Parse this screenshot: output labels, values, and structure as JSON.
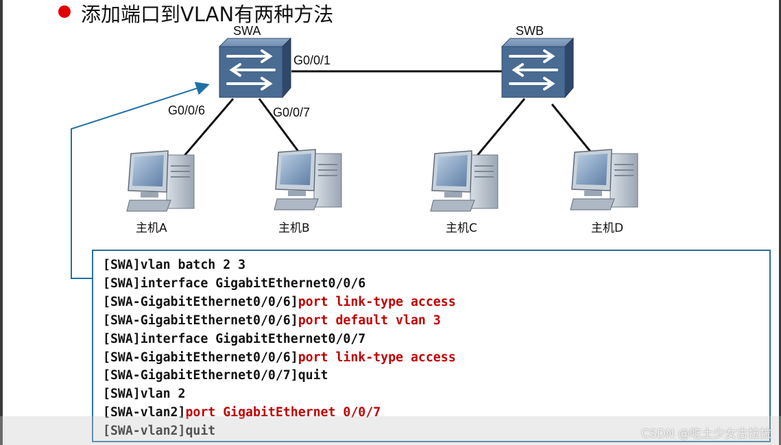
{
  "title": "添加端口到VLAN有两种方法",
  "switches": [
    {
      "name": "SWA"
    },
    {
      "name": "SWB"
    }
  ],
  "ports": {
    "g1": "G0/0/1",
    "g6": "G0/0/6",
    "g7": "G0/0/7"
  },
  "hosts": [
    {
      "label": "主机A"
    },
    {
      "label": "主机B"
    },
    {
      "label": "主机C"
    },
    {
      "label": "主机D"
    }
  ],
  "code_lines": [
    {
      "prompt": "[SWA]",
      "cmd": "vlan batch 2 3",
      "highlight": false
    },
    {
      "prompt": "[SWA]",
      "cmd": "interface GigabitEthernet0/0/6",
      "highlight": false
    },
    {
      "prompt": "[SWA-GigabitEthernet0/0/6]",
      "cmd": "port link-type access",
      "highlight": true
    },
    {
      "prompt": "[SWA-GigabitEthernet0/0/6]",
      "cmd": "port default vlan 3",
      "highlight": true
    },
    {
      "prompt": "[SWA]",
      "cmd": "interface GigabitEthernet0/0/7",
      "highlight": false
    },
    {
      "prompt": "[SWA-GigabitEthernet0/0/6]",
      "cmd": "port link-type access",
      "highlight": true
    },
    {
      "prompt": "[SWA-GigabitEthernet0/0/7]",
      "cmd": "quit",
      "highlight": false
    },
    {
      "prompt": "[SWA]",
      "cmd": "vlan 2",
      "highlight": false
    },
    {
      "prompt": "[SWA-vlan2]",
      "cmd": "port GigabitEthernet 0/0/7",
      "highlight": true
    },
    {
      "prompt": "[SWA-vlan2]",
      "cmd": "quit",
      "highlight": false
    }
  ],
  "colors": {
    "bullet": "#e30000",
    "command_highlight": "#c00000",
    "callout_line": "#1f6fa8",
    "device_body": "#4a6b92"
  },
  "watermark": "CSDN @吃土少女古拉拉"
}
